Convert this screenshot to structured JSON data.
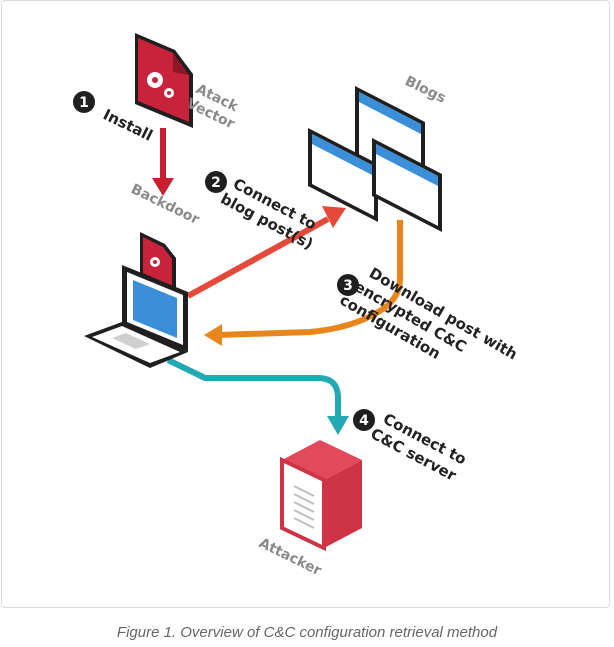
{
  "labels": {
    "attack_vector_line1": "Atack",
    "attack_vector_line2": "Vector",
    "blogs": "Blogs",
    "backdoor": "Backdoor",
    "attacker": "Attacker"
  },
  "steps": [
    {
      "number": "1",
      "lines": [
        "Install"
      ]
    },
    {
      "number": "2",
      "lines": [
        "Connect to",
        "blog post(s)"
      ]
    },
    {
      "number": "3",
      "lines": [
        "Download post with",
        "encrypted C&C",
        "configuration"
      ]
    },
    {
      "number": "4",
      "lines": [
        "Connect to",
        "C&C server"
      ]
    }
  ],
  "caption": "Figure 1. Overview of C&C configuration retrieval method",
  "colors": {
    "red_arrow": "#e4493a",
    "orange_arrow": "#e8861c",
    "teal_arrow": "#21aab3",
    "dark_red_arrow": "#c81e32",
    "file_red": "#c8233b",
    "window_blue": "#3b8fd9",
    "server_red": "#cf3346",
    "label_gray": "#8a8a8a",
    "step_text": "#222222"
  }
}
